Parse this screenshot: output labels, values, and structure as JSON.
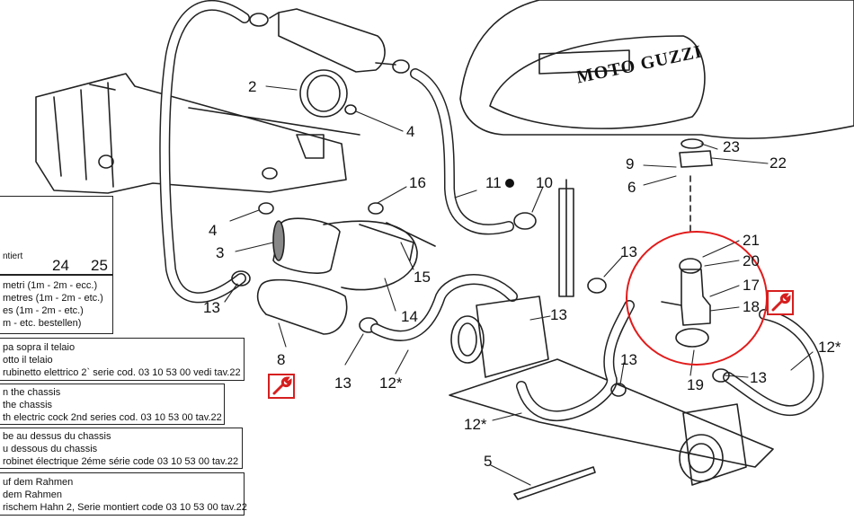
{
  "brand": {
    "tank_logo": "MOTO GUZZI"
  },
  "part_labels": {
    "p2": "2",
    "p4a": "4",
    "p4b": "4",
    "p3": "3",
    "p16": "16",
    "p15": "15",
    "p14": "14",
    "p8": "8",
    "p13a": "13",
    "p13b": "13",
    "p13c": "13",
    "p13d": "13",
    "p13e": "13",
    "p13f": "13",
    "p12a": "12*",
    "p12b": "12*",
    "p12c": "12*",
    "p11": "11",
    "p10": "10",
    "p9": "9",
    "p6": "6",
    "p23": "23",
    "p22": "22",
    "p21": "21",
    "p20": "20",
    "p17": "17",
    "p18": "18",
    "p19": "19",
    "p5": "5",
    "p24": "24",
    "p25": "25"
  },
  "legend_box": {
    "tail_text": "ntiert"
  },
  "notes": {
    "it": [
      "metri (1m - 2m - ecc.)",
      "metres (1m - 2m - etc.)",
      "es (1m - 2m - etc.)",
      "m - etc. bestellen)"
    ],
    "it_chassis": [
      "pa sopra il telaio",
      "otto il telaio",
      "rubinetto elettrico 2` serie cod. 03 10 53 00 vedi tav.22"
    ],
    "en_chassis": [
      "n the chassis",
      " the chassis",
      "th electric cock 2nd series cod. 03 10 53 00 tav.22"
    ],
    "fr_chassis": [
      "be au dessus du chassis",
      "u dessous du chassis",
      "robinet électrique 2éme série code 03 10 53 00 tav.22"
    ],
    "de_chassis": [
      "uf dem Rahmen",
      "dem Rahmen",
      "rischem Hahn 2, Serie montiert code 03 10 53 00 tav.22"
    ]
  },
  "icons": {
    "wrench": "wrench-icon",
    "bullet": "filled-dot-icon"
  },
  "colors": {
    "accent": "#e21b1b",
    "line": "#222222"
  }
}
